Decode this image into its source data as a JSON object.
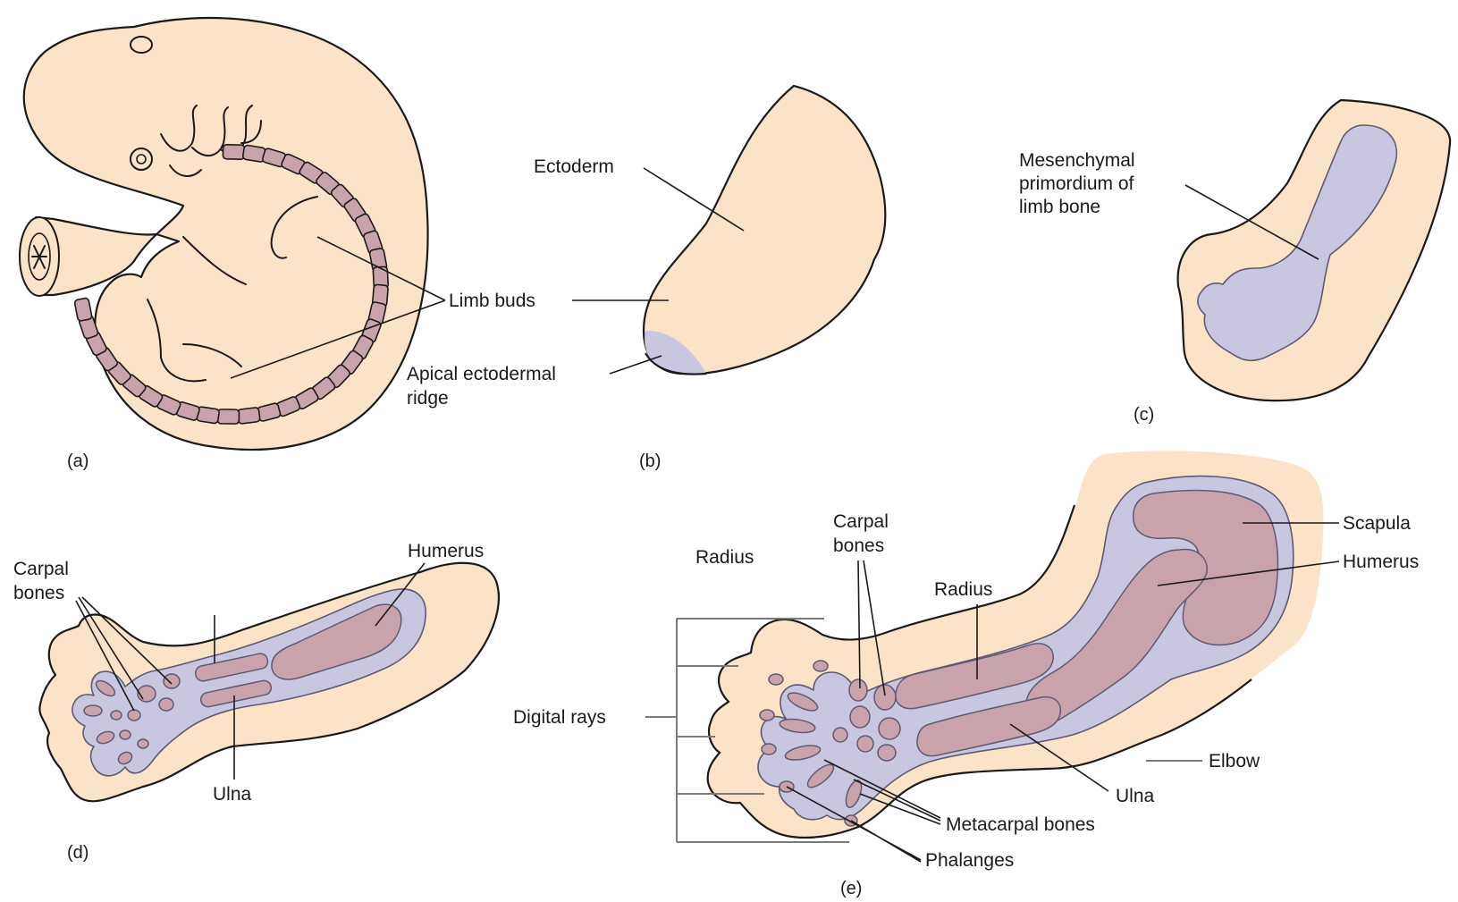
{
  "colors": {
    "skin": "#fbe3c8",
    "cartilage": "#c9c6e0",
    "bone": "#c9a3ab",
    "somite": "#c9a3ab"
  },
  "panels": {
    "a": {
      "caption": "(a)",
      "labels": {
        "limb_buds": "Limb buds"
      }
    },
    "b": {
      "caption": "(b)",
      "labels": {
        "ectoderm": "Ectoderm",
        "apical_line1": "Apical ectodermal",
        "apical_line2": "ridge"
      }
    },
    "c": {
      "caption": "(c)",
      "labels": {
        "mesenchymal_line1": "Mesenchymal",
        "mesenchymal_line2": "primordium of",
        "mesenchymal_line3": "limb bone"
      }
    },
    "d": {
      "caption": "(d)",
      "labels": {
        "carpal_line1": "Carpal",
        "carpal_line2": "bones",
        "humerus": "Humerus",
        "ulna": "Ulna"
      }
    },
    "e": {
      "caption": "(e)",
      "labels": {
        "radius_top": "Radius",
        "carpal_line1": "Carpal",
        "carpal_line2": "bones",
        "radius": "Radius",
        "scapula": "Scapula",
        "humerus": "Humerus",
        "digital_rays": "Digital rays",
        "elbow": "Elbow",
        "ulna": "Ulna",
        "metacarpal": "Metacarpal bones",
        "phalanges": "Phalanges"
      }
    }
  }
}
